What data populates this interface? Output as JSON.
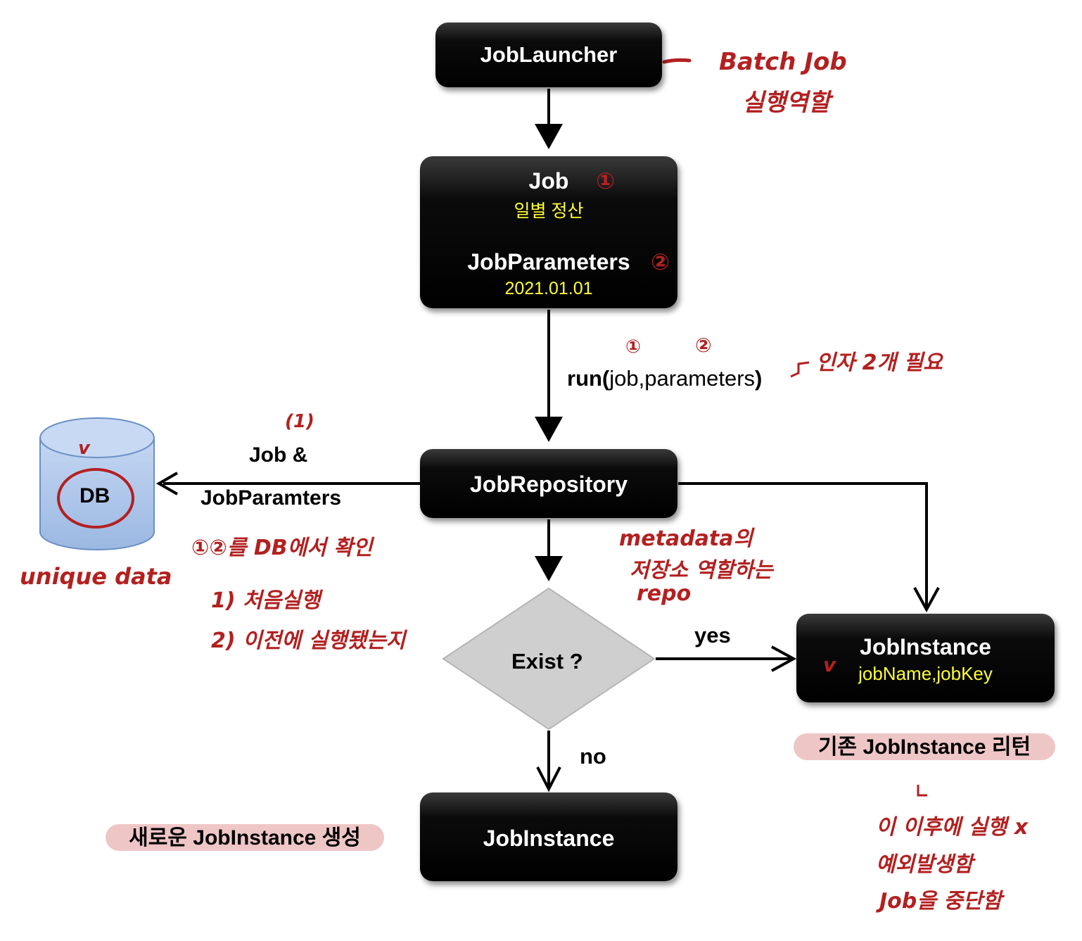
{
  "job_launcher": {
    "title": "JobLauncher"
  },
  "job_box": {
    "title": "Job",
    "subtitle": "일별 정산",
    "params_title": "JobParameters",
    "params_value": "2021.01.01"
  },
  "run_call": {
    "bold": "run(",
    "rest": "job,parameters",
    "close": ")"
  },
  "job_repository": {
    "title": "JobRepository"
  },
  "db": {
    "label": "DB"
  },
  "db_edge": {
    "line1": "Job &",
    "line2": "JobParamters"
  },
  "decision": {
    "label": "Exist ?",
    "yes": "yes",
    "no": "no"
  },
  "job_instance_existing": {
    "title": "JobInstance",
    "subtitle": "jobName,jobKey"
  },
  "job_instance_new": {
    "title": "JobInstance"
  },
  "notes": {
    "return_existing": "기존 JobInstance 리턴",
    "create_new": "새로운 JobInstance 생성"
  },
  "handwriting": {
    "launcher_role_1": "Batch Job",
    "launcher_role_2": "실행역할",
    "circle_1": "①",
    "circle_2": "②",
    "run_circle_1": "①",
    "run_circle_2": "②",
    "args_note": "인자 2개 필요",
    "db_step": "(1)",
    "db_check": "①②를 DB에서 확인",
    "first_run": "1) 처음실행",
    "previous_run": "2) 이전에 실행됐는지",
    "db_check_mark": "v",
    "unique_data": "unique data",
    "metadata_1": "metadata의",
    "metadata_2": "저장소 역할하는",
    "metadata_3": "repo",
    "instance_check_mark": "v",
    "after_1": "이 이후에 실행 x",
    "after_2": "예외발생함",
    "after_3": "Job을 중단함"
  },
  "colors": {
    "box": "#000000",
    "highlight_text": "#ffff33",
    "annotation": "#b32020",
    "pill": "#efc6c6",
    "db_fill": "#a9c3ea",
    "decision_fill": "#cfcfcf"
  }
}
